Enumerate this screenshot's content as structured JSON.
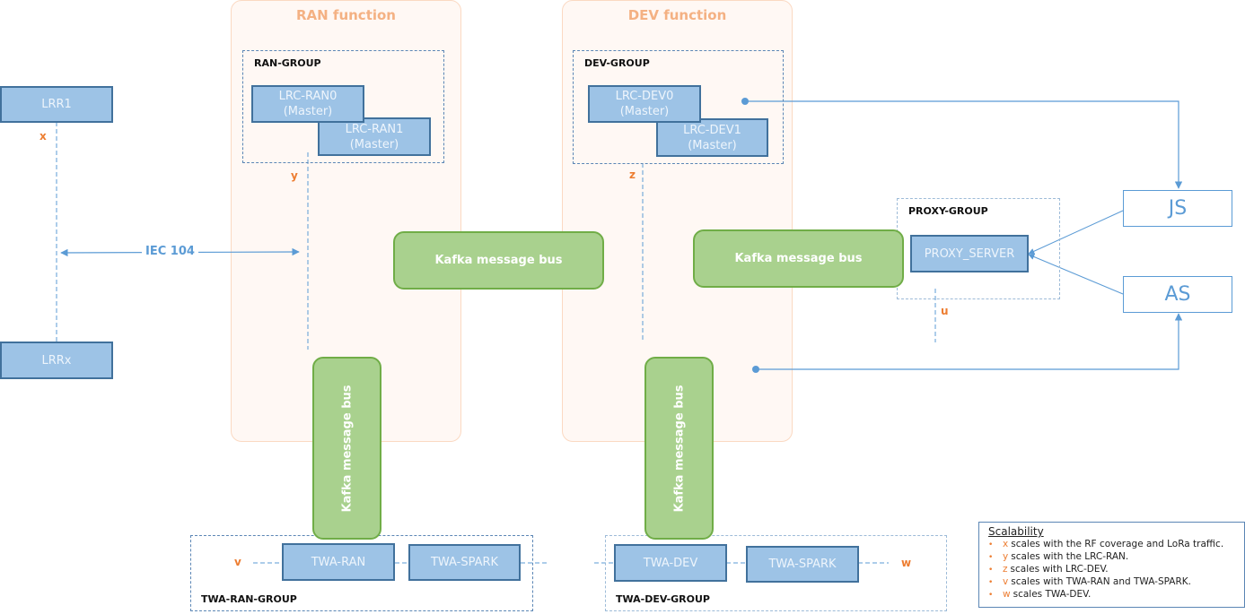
{
  "functions": {
    "ran": {
      "title": "RAN function"
    },
    "dev": {
      "title": "DEV function"
    }
  },
  "groups": {
    "ran_group": "RAN-GROUP",
    "dev_group": "DEV-GROUP",
    "proxy_group": "PROXY-GROUP",
    "twa_ran_group": "TWA-RAN-GROUP",
    "twa_dev_group": "TWA-DEV-GROUP"
  },
  "nodes": {
    "lrr1": "LRR1",
    "lrrx": "LRRx",
    "lrc_ran0": {
      "name": "LRC-RAN0",
      "role": "(Master)"
    },
    "lrc_ran1": {
      "name": "LRC-RAN1",
      "role": "(Master)"
    },
    "lrc_dev0": {
      "name": "LRC-DEV0",
      "role": "(Master)"
    },
    "lrc_dev1": {
      "name": "LRC-DEV1",
      "role": "(Master)"
    },
    "proxy_server": "PROXY_SERVER",
    "twa_ran": "TWA-RAN",
    "twa_spark_ran": "TWA-SPARK",
    "twa_dev": "TWA-DEV",
    "twa_spark_dev": "TWA-SPARK",
    "js": "JS",
    "as": "AS"
  },
  "buses": {
    "kafka_h1": "Kafka message bus",
    "kafka_h2": "Kafka message bus",
    "kafka_v1": "Kafka message bus",
    "kafka_v2": "Kafka message bus"
  },
  "protocol_label": "IEC 104",
  "scale_vars": {
    "x": "x",
    "y": "y",
    "z": "z",
    "u": "u",
    "v": "v",
    "w": "w"
  },
  "legend": {
    "title": "Scalability",
    "items": [
      {
        "var": "x",
        "text": "scales with the RF coverage and LoRa traffic."
      },
      {
        "var": "y",
        "text": "scales with the LRC-RAN."
      },
      {
        "var": "z",
        "text": "scales with LRC-DEV."
      },
      {
        "var": "v",
        "text": "scales with TWA-RAN and TWA-SPARK."
      },
      {
        "var": "w",
        "text": "scales TWA-DEV."
      }
    ],
    "bullet": "•"
  },
  "colors": {
    "node_fill": "#9dc3e6",
    "node_border": "#41719c",
    "kafka_fill": "#a9d18e",
    "kafka_border": "#70ad47",
    "function_title": "#f4b183",
    "scale_var": "#ed7d31",
    "link": "#5b9bd5"
  }
}
